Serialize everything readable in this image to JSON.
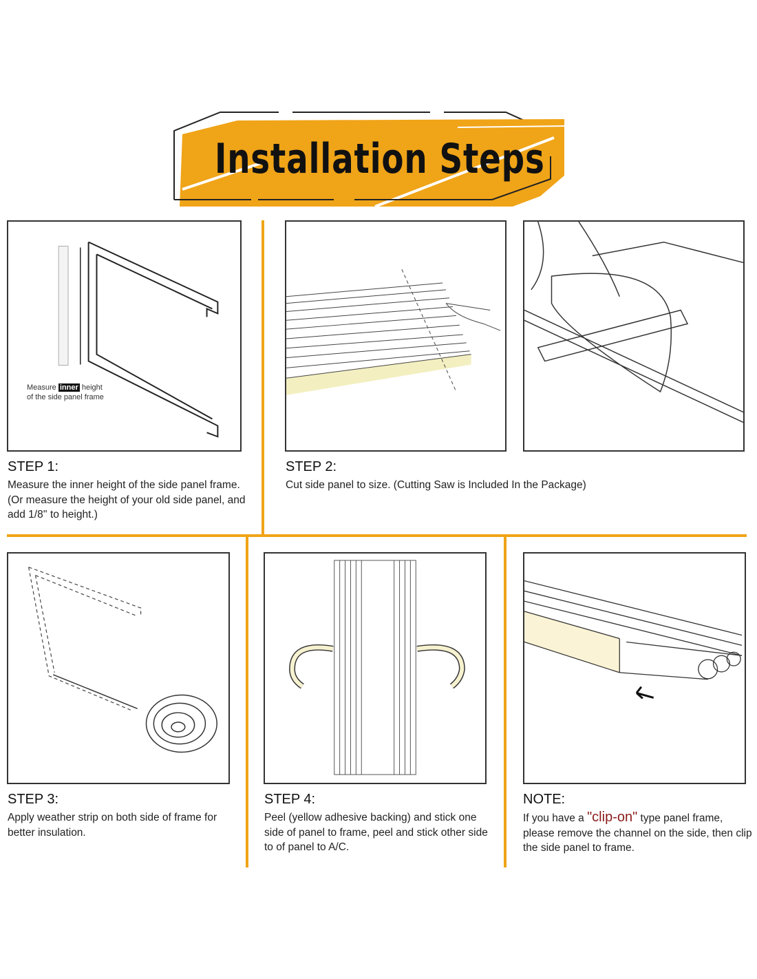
{
  "title": "Installation Steps",
  "accent_color": "#f0a418",
  "steps": [
    {
      "label": "STEP 1:",
      "text": "Measure the inner height of the side panel frame.(Or measure the height of your old side panel, and add 1/8'' to height.)",
      "caption_pre": "Measure",
      "caption_highlight": "inner",
      "caption_post": "height",
      "caption_line2": "of the side panel frame"
    },
    {
      "label": "STEP 2:",
      "text": "Cut side panel to size. (Cutting Saw is Included In the Package)"
    },
    {
      "label": "STEP 3:",
      "text": "Apply weather strip on both side of frame for better insulation."
    },
    {
      "label": "STEP 4:",
      "text": "Peel (yellow adhesive backing) and stick one side of panel to frame, peel and stick other side to of panel to A/C."
    }
  ],
  "note": {
    "label": "NOTE:",
    "pre": "If you have a",
    "highlight": "\"clip-on\"",
    "post": "type panel frame, please remove the channel on the side, then clip the side panel to frame."
  }
}
